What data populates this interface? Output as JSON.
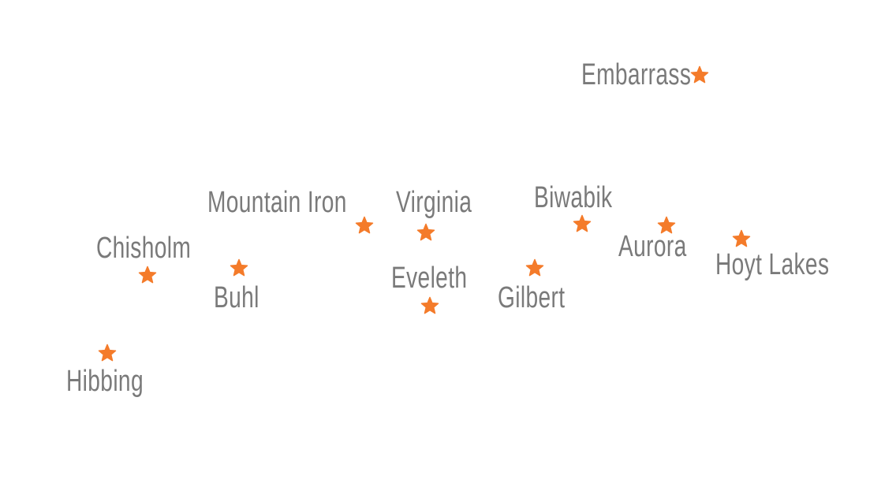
{
  "colors": {
    "label": "#7a7a7a",
    "marker": "#f47b2a"
  },
  "marker_icon": "star-icon",
  "towns": [
    {
      "name": "Embarrass"
    },
    {
      "name": "Mountain Iron"
    },
    {
      "name": "Virginia"
    },
    {
      "name": "Biwabik"
    },
    {
      "name": "Chisholm"
    },
    {
      "name": "Buhl"
    },
    {
      "name": "Eveleth"
    },
    {
      "name": "Gilbert"
    },
    {
      "name": "Aurora"
    },
    {
      "name": "Hoyt Lakes"
    },
    {
      "name": "Hibbing"
    }
  ]
}
